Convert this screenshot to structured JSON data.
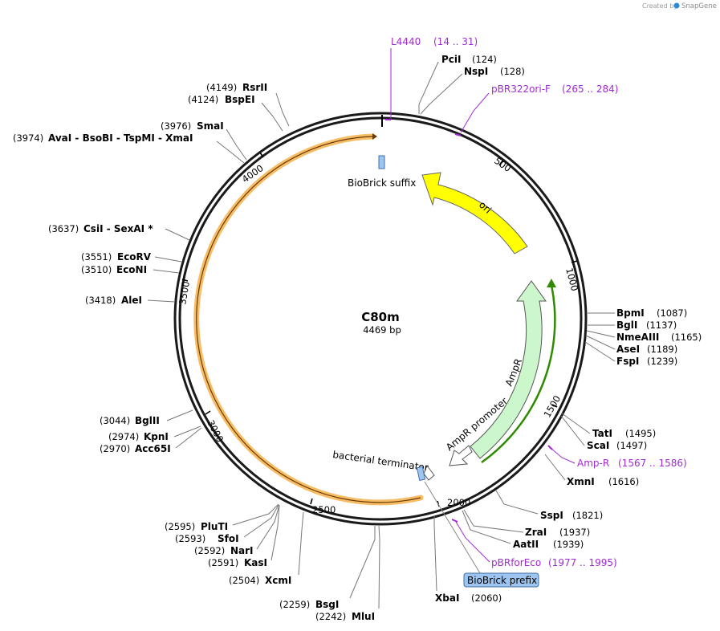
{
  "credit": {
    "text": "Created by",
    "brand": "SnapGene"
  },
  "plasmid": {
    "name": "C80m",
    "size_label": "4469 bp"
  },
  "ticks": [
    "500",
    "1000",
    "1500",
    "2000",
    "2500",
    "3000",
    "3500",
    "4000"
  ],
  "features": {
    "ori": "ori",
    "ampr": "AmpR",
    "ampr_promoter": "AmpR promoter",
    "bacterial_terminator": "bacterial terminator",
    "biobrick_suffix": "BioBrick suffix",
    "biobrick_prefix": "BioBrick prefix"
  },
  "primers": [
    {
      "name": "L4440",
      "range": "(14 .. 31)"
    },
    {
      "name": "pBR322ori-F",
      "range": "(265 .. 284)"
    },
    {
      "name": "Amp-R",
      "range": "(1567 .. 1586)"
    },
    {
      "name": "pBRforEco",
      "range": "(1977 .. 1995)"
    }
  ],
  "sites_right": [
    {
      "name": "PciI",
      "pos": "(124)"
    },
    {
      "name": "NspI",
      "pos": "(128)"
    },
    {
      "name": "BpmI",
      "pos": "(1087)"
    },
    {
      "name": "BglI",
      "pos": "(1137)"
    },
    {
      "name": "NmeAIII",
      "pos": "(1165)"
    },
    {
      "name": "AseI",
      "pos": "(1189)"
    },
    {
      "name": "FspI",
      "pos": "(1239)"
    },
    {
      "name": "TatI",
      "pos": "(1495)"
    },
    {
      "name": "ScaI",
      "pos": "(1497)"
    },
    {
      "name": "XmnI",
      "pos": "(1616)"
    },
    {
      "name": "SspI",
      "pos": "(1821)"
    },
    {
      "name": "ZraI",
      "pos": "(1937)"
    },
    {
      "name": "AatII",
      "pos": "(1939)"
    },
    {
      "name": "XbaI",
      "pos": "(2060)"
    }
  ],
  "sites_left": [
    {
      "name": "RsrII",
      "pos": "(4149)"
    },
    {
      "name": "BspEI",
      "pos": "(4124)"
    },
    {
      "name": "SmaI",
      "pos": "(3976)"
    },
    {
      "name": "AvaI  - BsoBI  - TspMI  - XmaI",
      "pos": "(3974)"
    },
    {
      "name": "CsiI  - SexAI *",
      "pos": "(3637)"
    },
    {
      "name": "EcoRV",
      "pos": "(3551)"
    },
    {
      "name": "EcoNI",
      "pos": "(3510)"
    },
    {
      "name": "AleI",
      "pos": "(3418)"
    },
    {
      "name": "BglII",
      "pos": "(3044)"
    },
    {
      "name": "KpnI",
      "pos": "(2974)"
    },
    {
      "name": "Acc65I",
      "pos": "(2970)"
    },
    {
      "name": "PluTI",
      "pos": "(2595)"
    },
    {
      "name": "SfoI",
      "pos": "(2593)"
    },
    {
      "name": "NarI",
      "pos": "(2592)"
    },
    {
      "name": "KasI",
      "pos": "(2591)"
    },
    {
      "name": "XcmI",
      "pos": "(2504)"
    },
    {
      "name": "BsgI",
      "pos": "(2259)"
    },
    {
      "name": "MluI",
      "pos": "(2242)"
    }
  ],
  "colors": {
    "backbone": "#1a1a1a",
    "ori": "#ffff00",
    "ampr": "#ccf7cc",
    "terminator_orange": "#f5b14b",
    "primer": "#a12ad4",
    "biobrick": "#9ec5ef"
  }
}
